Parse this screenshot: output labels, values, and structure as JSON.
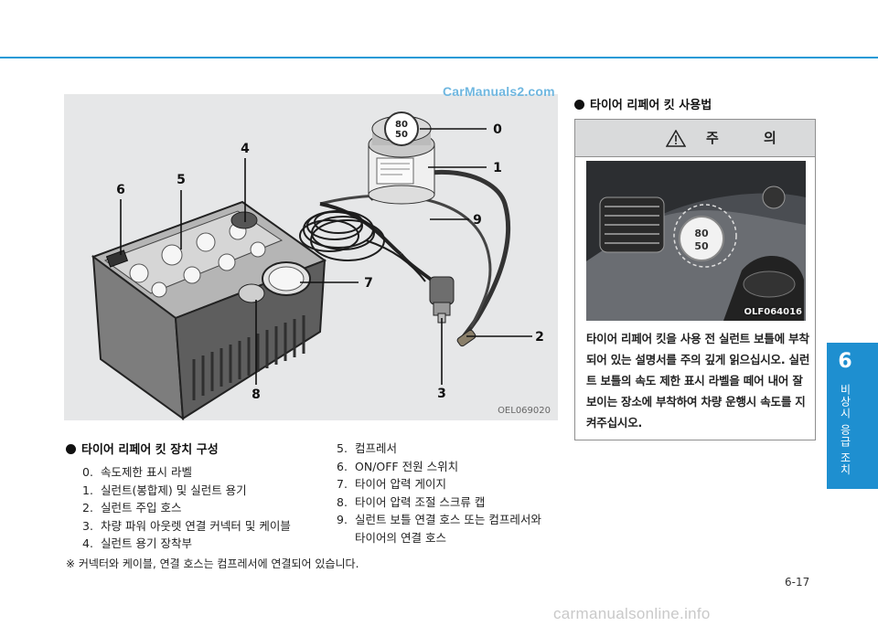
{
  "watermark": "CarManuals2.com",
  "figure": {
    "code": "OEL069020",
    "callouts": [
      "0",
      "1",
      "2",
      "3",
      "4",
      "5",
      "6",
      "7",
      "8",
      "9"
    ],
    "gauge_values": [
      "80",
      "50"
    ]
  },
  "components": {
    "heading": "타이어 리페어 킷 장치 구성",
    "items_left": [
      {
        "num": "0.",
        "text": "속도제한 표시 라벨"
      },
      {
        "num": "1.",
        "text": "실런트(봉합제) 및 실런트 용기"
      },
      {
        "num": "2.",
        "text": "실런트 주입 호스"
      },
      {
        "num": "3.",
        "text": "차량 파워 아웃렛 연결 커넥터 및 케이블"
      },
      {
        "num": "4.",
        "text": "실런트 용기 장착부"
      }
    ],
    "items_right": [
      {
        "num": "5.",
        "text": "컴프레서"
      },
      {
        "num": "6.",
        "text": "ON/OFF 전원 스위치"
      },
      {
        "num": "7.",
        "text": "타이어 압력 게이지"
      },
      {
        "num": "8.",
        "text": "타이어 압력 조절 스크류 캡"
      },
      {
        "num": "9.",
        "text": "실런트 보틀 연결 호스 또는 컴프레서와",
        "cont": "타이어의 연결 호스"
      }
    ],
    "note": "※ 커넥터와 케이블, 연결 호스는 컴프레서에 연결되어 있습니다."
  },
  "usage": {
    "heading": "타이어 리페어 킷 사용법",
    "caution": {
      "title": "주 의",
      "image_code": "OLF064016",
      "gauge_values": [
        "80",
        "50"
      ],
      "text": "타이어 리페어 킷을 사용 전 실런트 보틀에 부착되어 있는 설명서를 주의 깊게 읽으십시오. 실런트 보틀의 속도 제한 표시 라벨을 떼어 내어 잘보이는 장소에 부착하여 차량 운행시 속도를 지켜주십시오."
    }
  },
  "side_tab": {
    "number": "6",
    "label": "비상시 응급 조치"
  },
  "page_number": "6-17",
  "footer": "carmanualsonline.info",
  "colors": {
    "accent": "#1e8fd0",
    "rule": "#1e9ad6",
    "caution_header": "#d9dadb"
  }
}
